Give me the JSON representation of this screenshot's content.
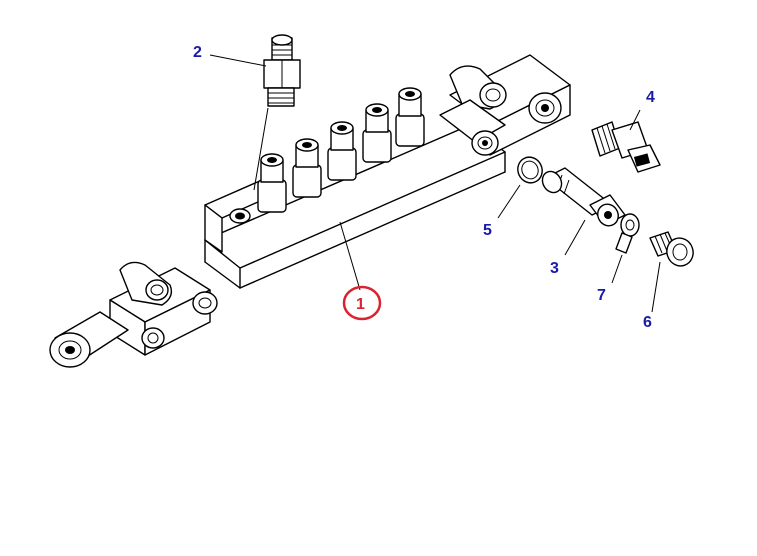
{
  "colors": {
    "drawing": "#000000",
    "callout_blue": "#1a1aa8",
    "highlight_red": "#d9232e",
    "background": "#ffffff"
  },
  "callouts": [
    {
      "id": "1",
      "label": "1",
      "highlighted": true
    },
    {
      "id": "2",
      "label": "2",
      "highlighted": false
    },
    {
      "id": "3",
      "label": "3",
      "highlighted": false
    },
    {
      "id": "4",
      "label": "4",
      "highlighted": false
    },
    {
      "id": "5",
      "label": "5",
      "highlighted": false
    },
    {
      "id": "6",
      "label": "6",
      "highlighted": false
    },
    {
      "id": "7",
      "label": "7",
      "highlighted": false
    }
  ]
}
